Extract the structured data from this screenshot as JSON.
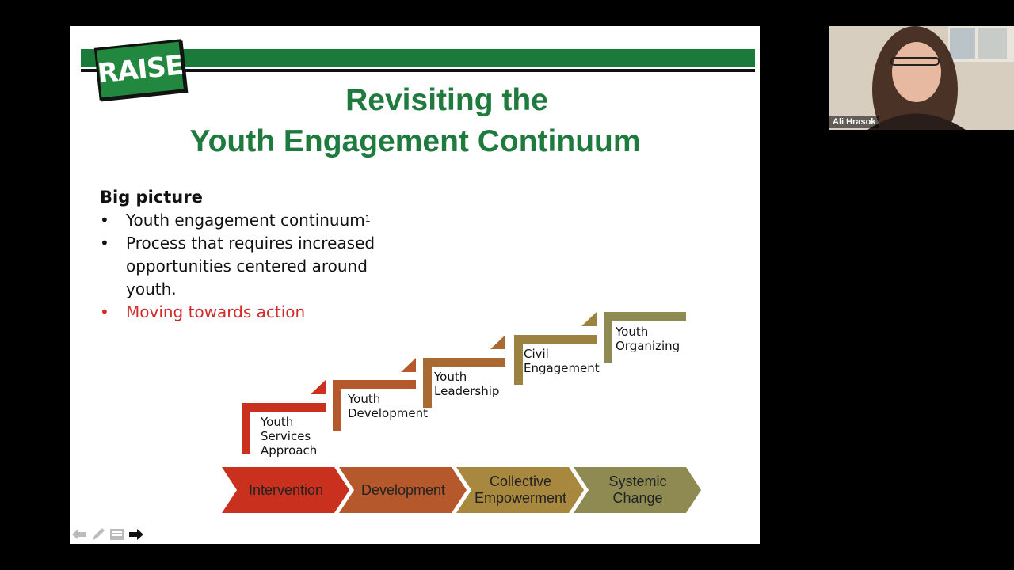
{
  "slide": {
    "logo_text": "RAISE",
    "title_line1": "Revisiting the",
    "title_line2": "Youth Engagement Continuum",
    "heading": "Big picture",
    "bullets": [
      {
        "text": "Youth engagement continuum",
        "sup": "1"
      },
      {
        "text": "Process that requires increased opportunities centered around youth."
      },
      {
        "text": "Moving towards action"
      }
    ],
    "bullet_char": "•",
    "steps": [
      {
        "line1": "Youth",
        "line2": "Services",
        "line3": "Approach"
      },
      {
        "line1": "Youth",
        "line2": "Development"
      },
      {
        "line1": "Youth",
        "line2": "Leadership"
      },
      {
        "line1": "Civil",
        "line2": "Engagement"
      },
      {
        "line1": "Youth",
        "line2": "Organizing"
      }
    ],
    "chevrons": [
      {
        "line1": "Intervention",
        "line2": ""
      },
      {
        "line1": "Development",
        "line2": ""
      },
      {
        "line1": "Collective",
        "line2": "Empowerment"
      },
      {
        "line1": "Systemic",
        "line2": "Change"
      }
    ],
    "colors": {
      "green": "#1e7a3d",
      "red": "#d22b2b",
      "step1": "#c9301e",
      "step2": "#b5582c",
      "step3": "#a86a32",
      "step4": "#9c8240",
      "step5": "#8e8a52"
    }
  },
  "participant": {
    "name": "Ali Hrasok"
  }
}
